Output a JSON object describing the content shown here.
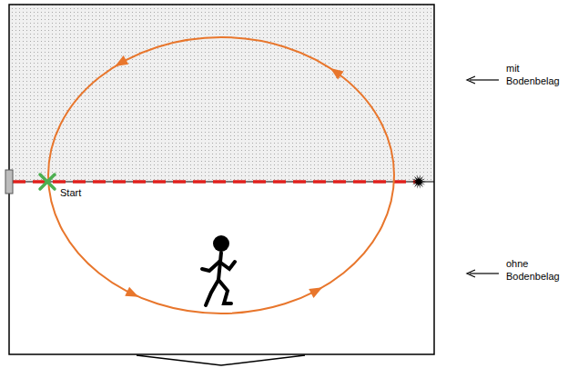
{
  "diagram": {
    "labels": [
      "Start",
      "mit Bodenbelag",
      "ohne Bodenbelag"
    ]
  }
}
